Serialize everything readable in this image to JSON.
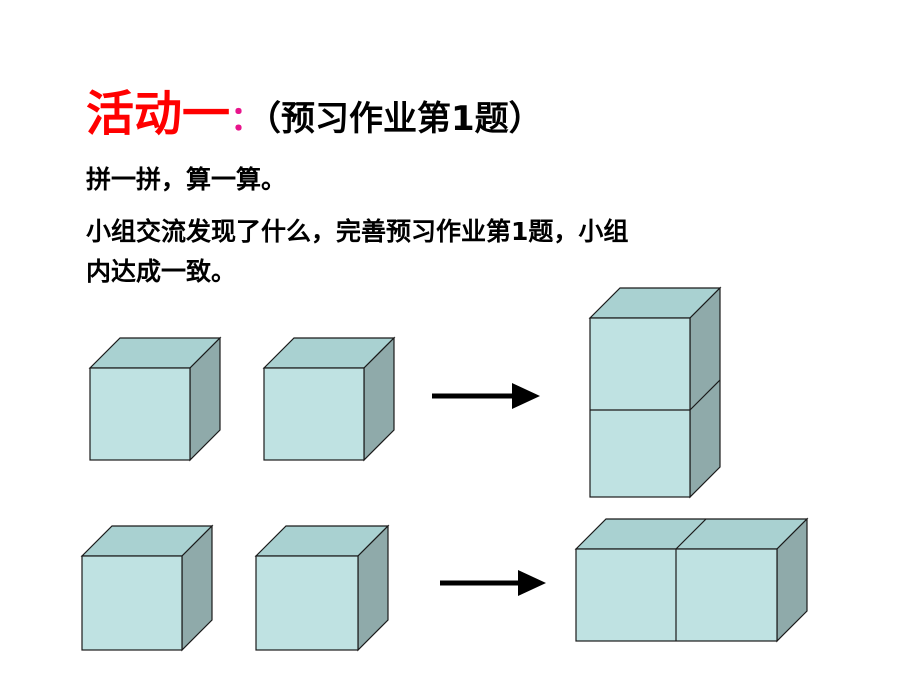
{
  "title": {
    "main": "活动一",
    "colon": "：",
    "sub": "（预习作业第1题）"
  },
  "instructions": {
    "line1": "拼一拼，算一算。",
    "line2": "小组交流发现了什么，完善预习作业第1题，小组",
    "line3": "内达成一致。"
  },
  "colors": {
    "cube_front": "#bfe2e2",
    "cube_top": "#a9d1d1",
    "cube_side": "#8faaaa",
    "outline": "#1a1a1a",
    "title_red": "#ff0000",
    "colon_pink": "#e8148c"
  }
}
